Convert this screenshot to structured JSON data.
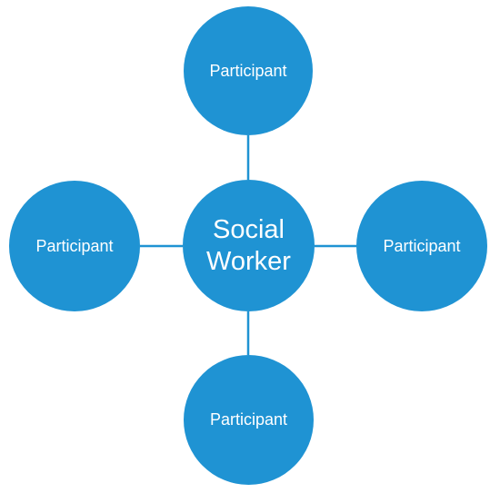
{
  "colors": {
    "node_fill": "#1f93d3",
    "connector": "#1f93d3",
    "label_text": "#ffffff"
  },
  "center": {
    "label": "Social\nWorker"
  },
  "participants": [
    {
      "position": "top",
      "label": "Participant"
    },
    {
      "position": "left",
      "label": "Participant"
    },
    {
      "position": "right",
      "label": "Participant"
    },
    {
      "position": "bottom",
      "label": "Participant"
    }
  ]
}
